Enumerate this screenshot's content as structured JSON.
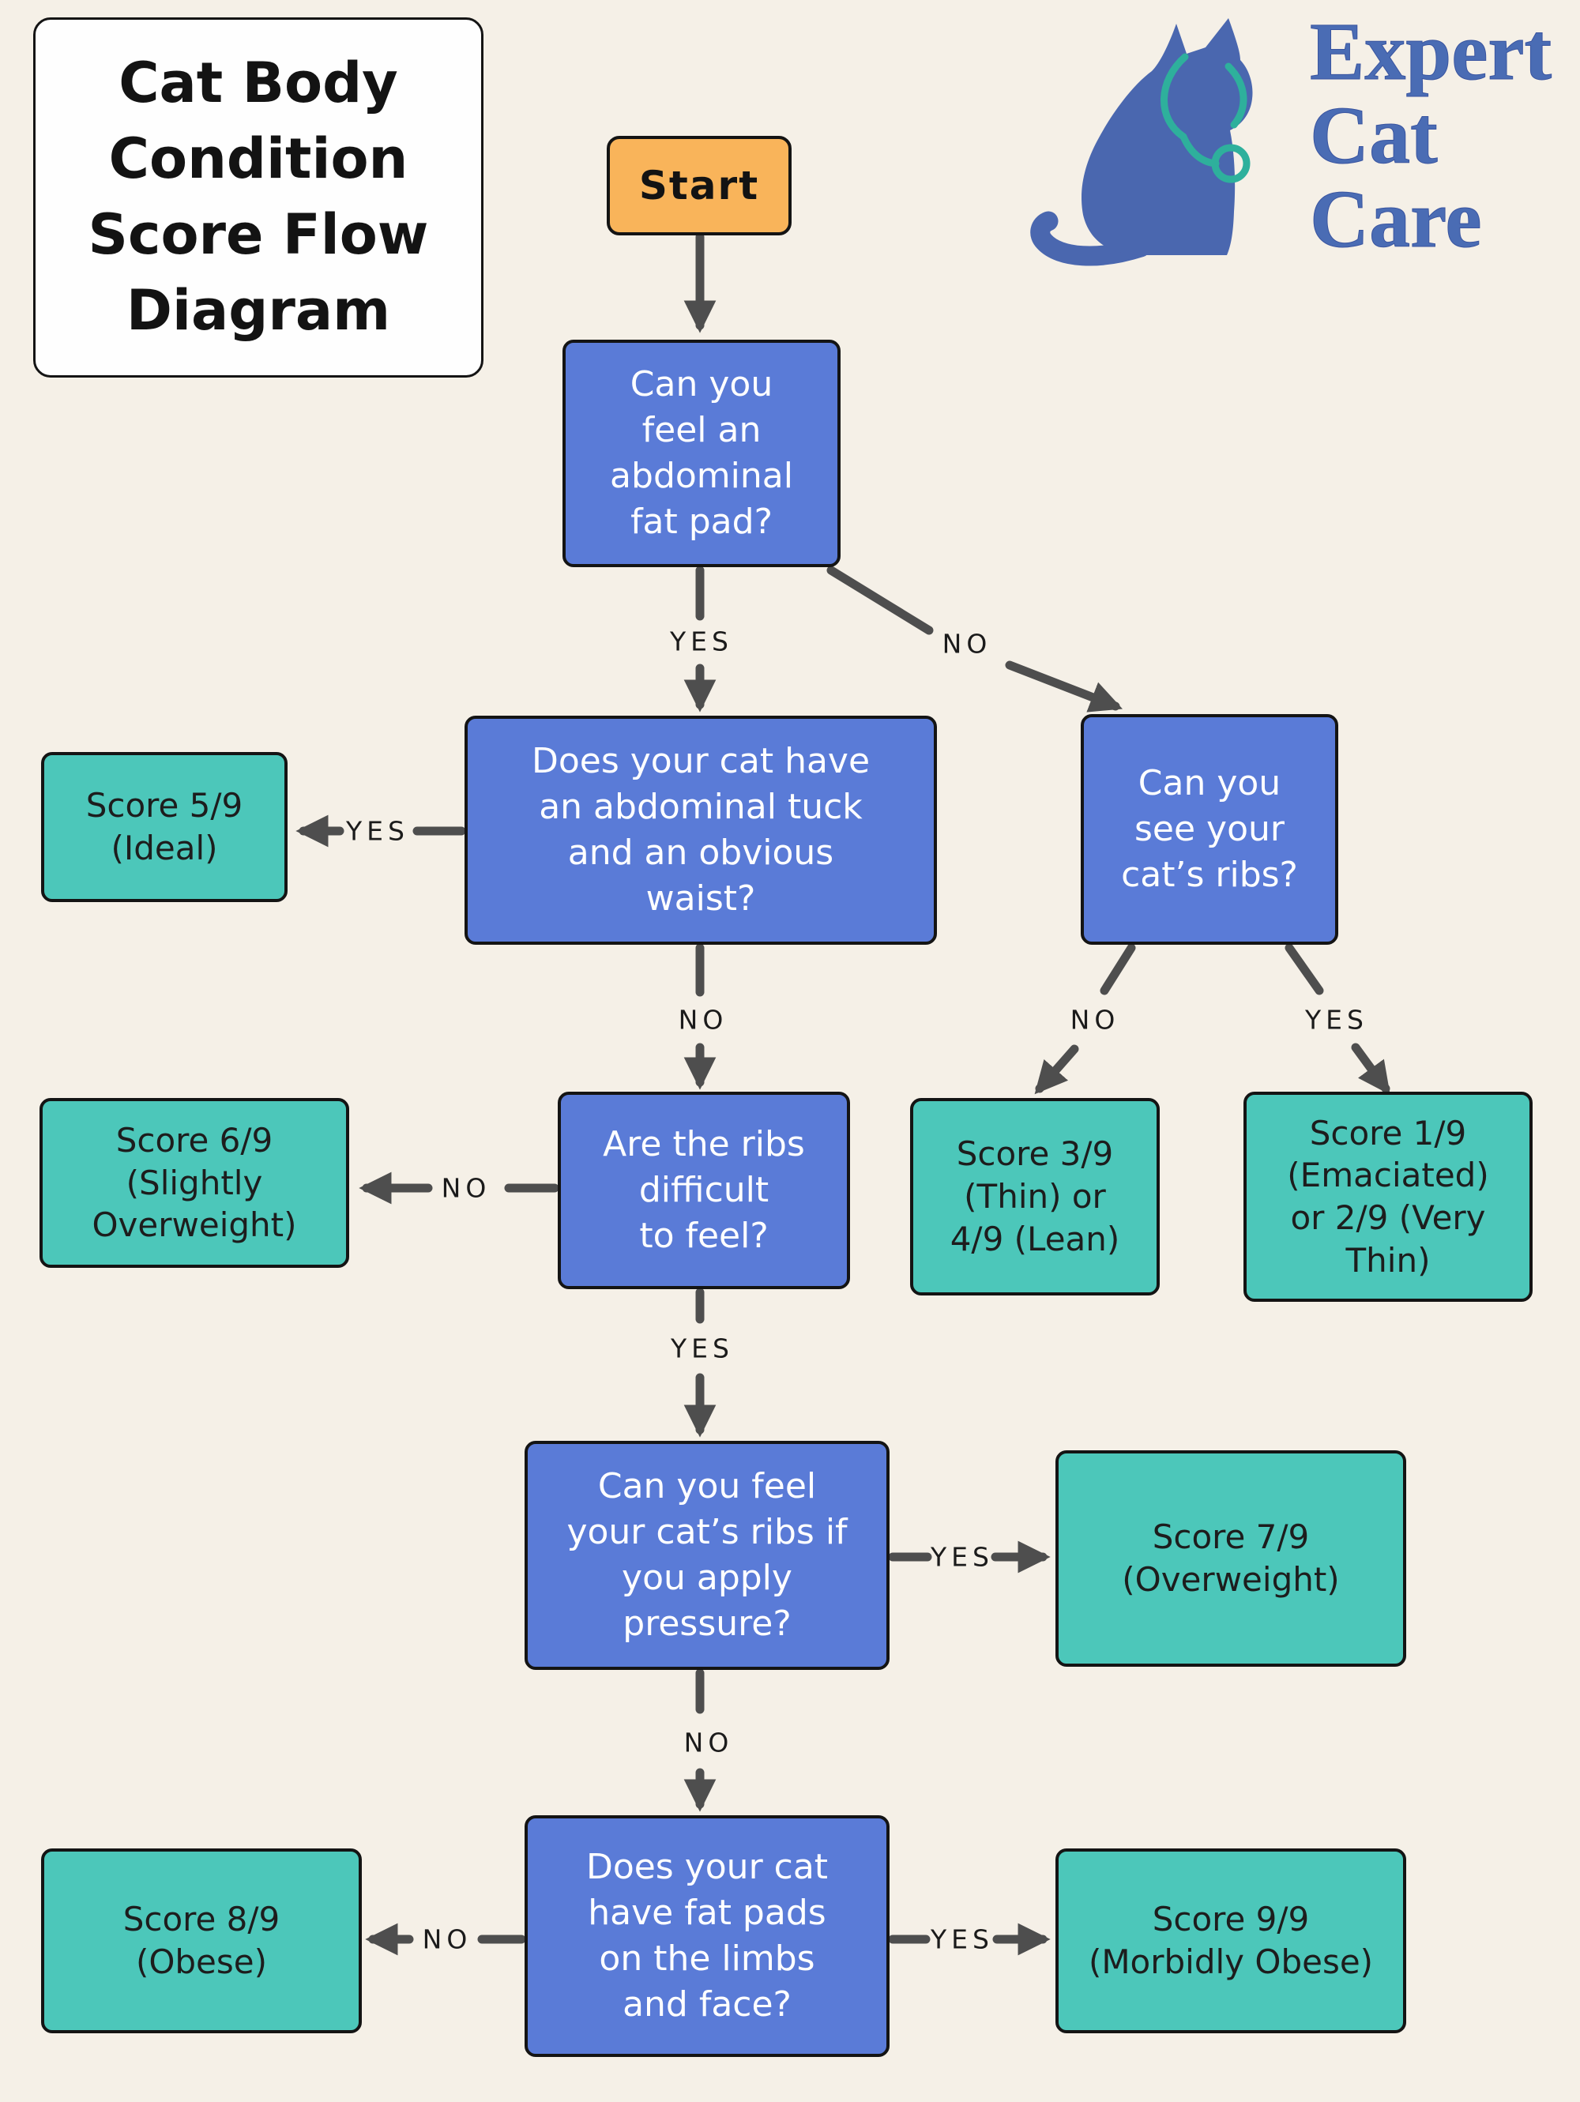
{
  "title_box": {
    "text": "Cat Body\nCondition\nScore Flow\nDiagram"
  },
  "logo": {
    "icon": "cat-with-stethoscope-icon",
    "brand_lines": [
      "Expert",
      "Cat",
      "Care"
    ]
  },
  "palette": {
    "background": "#F5F0E7",
    "question_fill": "#5A7BD7",
    "question_text": "#FFFFFF",
    "result_fill": "#4CC7BA",
    "result_text": "#1D1D1D",
    "start_fill": "#F9B45A",
    "box_border": "#141414",
    "arrow_gray": "#4E4E4E",
    "brand_blue": "#4A6CB4",
    "stethoscope_teal": "#2EB09C"
  },
  "flowchart": {
    "start": "Start",
    "q_fat_pad": "Can you\nfeel an\nabdominal\nfat pad?",
    "q_tuck_waist": "Does your cat have\nan abdominal tuck\nand an obvious\nwaist?",
    "q_see_ribs": "Can you\nsee your\ncat’s ribs?",
    "q_ribs_difficult": "Are the ribs\ndifficult\nto feel?",
    "q_ribs_pressure": "Can you feel\nyour cat’s ribs if\nyou apply\npressure?",
    "q_fat_pads_limbs": "Does your cat\nhave fat pads\non the limbs\nand face?",
    "score_5": "Score 5/9\n(Ideal)",
    "score_6": "Score 6/9\n(Slightly\nOverweight)",
    "score_3_4": "Score 3/9\n(Thin) or\n4/9 (Lean)",
    "score_1_2": "Score 1/9\n(Emaciated)\nor 2/9 (Very\nThin)",
    "score_7": "Score 7/9\n(Overweight)",
    "score_8": "Score 8/9\n(Obese)",
    "score_9": "Score 9/9\n(Morbidly Obese)",
    "labels": {
      "q1_yes": "YES",
      "q1_no": "NO",
      "q2_yes": "YES",
      "q2_no": "NO",
      "q3_no": "NO",
      "q3_yes": "YES",
      "q4_no": "NO",
      "q4_yes": "YES",
      "q5_yes": "YES",
      "q5_no": "NO",
      "q6_no": "NO",
      "q6_yes": "YES"
    }
  }
}
